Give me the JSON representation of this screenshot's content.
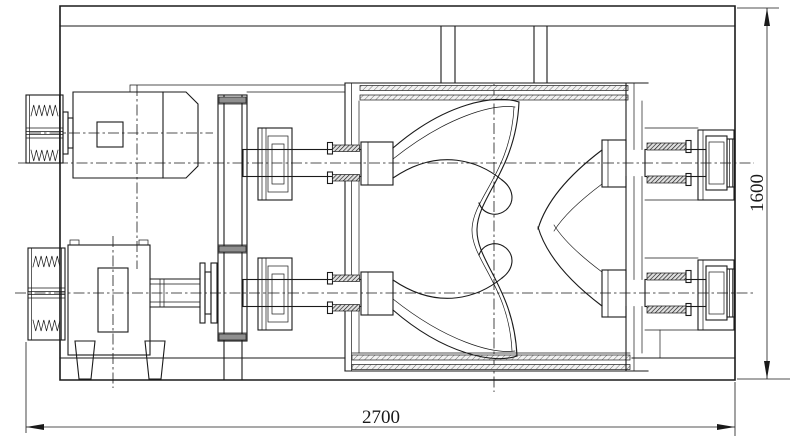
{
  "drawing": {
    "background_color": "#ffffff",
    "line_color": "#1a1a1a",
    "hatch_color": "#8f8f8f",
    "dimensions": {
      "overall_length": {
        "value": "2700",
        "orientation": "horizontal",
        "position": "bottom"
      },
      "overall_width": {
        "value": "1600",
        "orientation": "vertical",
        "position": "right"
      }
    },
    "components": [
      "v-belt pulley (top)",
      "v-belt pulley (bottom)",
      "electric motor",
      "gear reducer",
      "shaft coupling",
      "belt guard housing",
      "bearing flange (left)",
      "mixing trough",
      "spiral mixing blades",
      "shaft bearing (right top)",
      "shaft bearing (right bottom)",
      "tie-rod bolts",
      "support frame",
      "feed pipes"
    ]
  }
}
